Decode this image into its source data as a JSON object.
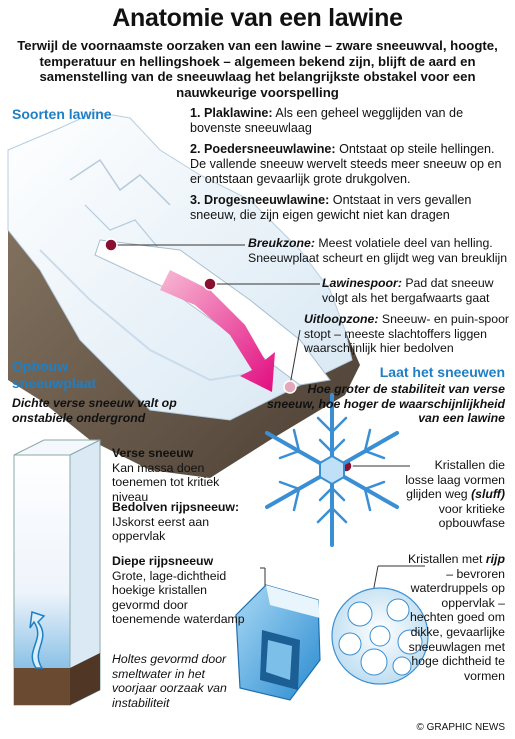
{
  "title": "Anatomie van een lawine",
  "intro": "Terwijl de voornaamste oorzaken van een lawine – zware sneeuwval, hoogte, temperatuur en hellingshoek – algemeen bekend zijn, blijft de aard en samenstelling van de sneeuwlaag het belangrijkste obstakel voor een nauwkeurige voorspelling",
  "types": {
    "heading": "Soorten lawine",
    "items": [
      {
        "name": "1. Plaklawine:",
        "text": "Als een geheel wegglijden van de bovenste sneeuwlaag"
      },
      {
        "name": "2. Poedersneeuwlawine:",
        "text": "Ontstaat op steile hellingen. De vallende sneeuw wervelt steeds meer sneeuw op en er ontstaan gevaarlijk grote drukgolven."
      },
      {
        "name": "3. Drogesneeuwlawine:",
        "text": "Ontstaat in vers gevallen sneeuw, die zijn eigen gewicht niet kan dragen"
      }
    ]
  },
  "zones": [
    {
      "name": "Breukzone:",
      "text": "Meest volatiele deel van helling. Sneeuwplaat scheurt en glijdt weg van breuklijn"
    },
    {
      "name": "Lawinespoor:",
      "text": "Pad dat sneeuw volgt als het bergafwaarts gaat"
    },
    {
      "name": "Uitloopzone:",
      "text": "Sneeuw- en puin-spoor stopt – meeste slachtoffers liggen waarschijnlijk hier bedolven"
    }
  ],
  "snowpack": {
    "heading": "Opbouw sneeuwplaat",
    "subtitle": "Dichte verse sneeuw valt op onstabiele ondergrond",
    "layers": [
      {
        "name": "Verse sneeuw",
        "text": "Kan massa doen toenemen tot kritiek niveau"
      },
      {
        "name": "Bedolven rijpsneeuw:",
        "text": "IJskorst eerst aan oppervlak"
      },
      {
        "name": "Diepe rijpsneeuw",
        "text": "Grote, lage-dichtheid hoekige kristallen gevormd door toenemende waterdamp"
      }
    ],
    "cavities": "Holtes gevormd door smeltwater in het voorjaar oorzaak van instabiliteit"
  },
  "snowing": {
    "heading": "Laat het sneeuwen",
    "subtitle": "Hoe groter de stabiliteit van verse sneeuw, hoe hoger de waarschijnlijkheid van een lawine",
    "note1_a": "Kristallen die losse laag vormen glijden weg",
    "note1_b": "(sluff)",
    "note1_c": "voor kritieke opbouwfase",
    "note2_a": "Kristallen met",
    "note2_b": "rijp",
    "note2_c": "– bevroren waterdruppels op oppervlak – hechten goed om dikke, gevaarlijke sneeuwlagen met hoge dichtheid te vormen"
  },
  "credit": "© GRAPHIC NEWS"
}
